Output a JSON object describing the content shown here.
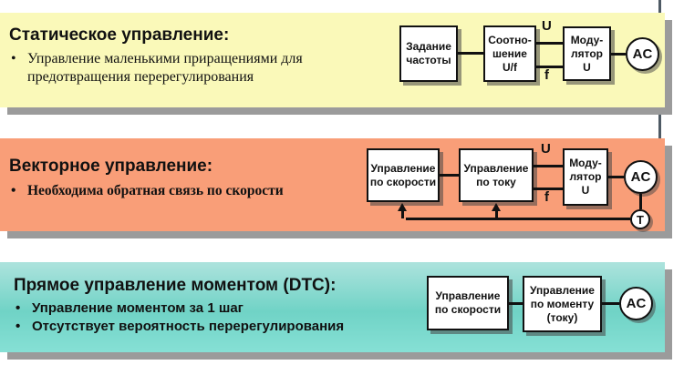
{
  "bullet_char": "•",
  "colors": {
    "band-static": "#FAF9B9",
    "band-vector": "#F99E78",
    "teal-top": "#ADE3DD",
    "teal-mid": "#70D3C6",
    "teal-bottom": "#86E0D5",
    "shadow": "#9B9B9B",
    "rule": "#4E5A64"
  },
  "bands": {
    "static": {
      "title": "Статическое управление:",
      "bullets": [
        "Управление маленькими приращениями для предотвращения перерегулирования"
      ],
      "diagram": {
        "boxes": [
          [
            "Задание",
            "частоты"
          ],
          [
            "Соотно-",
            "шение",
            "U/f"
          ],
          [
            "Моду-",
            "лятор",
            "U"
          ]
        ],
        "u": "U",
        "f": "f",
        "motor": "AC"
      }
    },
    "vector": {
      "title": "Векторное управление:",
      "bullets": [
        "Необходима обратная связь по скорости"
      ],
      "diagram": {
        "boxes": [
          [
            "Управление",
            "по скорости"
          ],
          [
            "Управление",
            "по току"
          ],
          [
            "Моду-",
            "лятор",
            "U"
          ]
        ],
        "u": "U",
        "f": "f",
        "motor": "AC",
        "sensor": "T"
      }
    },
    "dtc": {
      "title": "Прямое управление моментом (DTC):",
      "bullets": [
        "Управление моментом за 1 шаг",
        "Отсутствует вероятность перерегулирования"
      ],
      "diagram": {
        "boxes": [
          [
            "Управление",
            "по скорости"
          ],
          [
            "Управление",
            "по моменту",
            "(току)"
          ]
        ],
        "motor": "AC"
      }
    }
  }
}
